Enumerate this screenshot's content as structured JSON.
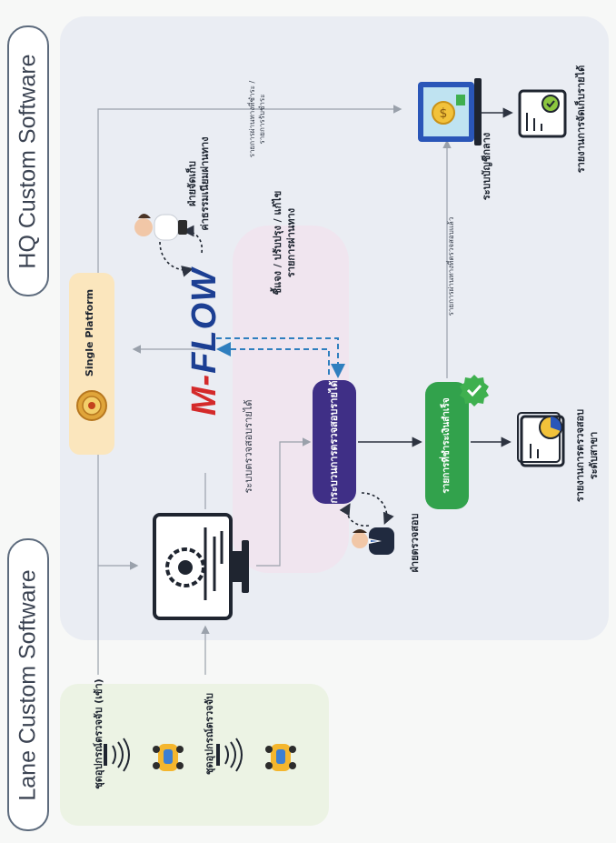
{
  "titles": {
    "hq": "HQ Custom Software",
    "lane": "Lane Custom Software"
  },
  "single_platform": {
    "label": "Single Platform",
    "emblem": "royal-seal-icon"
  },
  "mflow_logo": {
    "text": "M-FLOW",
    "colors": {
      "m": "#d42a2a",
      "flow": "#1c3f93"
    }
  },
  "nodes": {
    "auto_check_system": "ระบบตรวจสอบรายได้",
    "auto_check_process": "กระบวนการตรวจสอบรายได้",
    "check_dept": "ฝ่ายตรวจสอบ",
    "success_txn": "รายการที่ชำระเงินสำเร็จ",
    "pay_dept": "ฝ่ายจัดเก็บ\nค่าธรรมเนียมผ่านทาง",
    "dispute": "ชี้แจง / ปรับปรุง / แก้ไข\nรายการผ่านทาง",
    "accounting": "ระบบบัญชีกลาง",
    "revenue_report": "รายงานการจัดเก็บรายได้",
    "verify_report": "รายงานการตรวจสอบ\nระดับสาขา",
    "lane_device_in": "ชุดอุปกรณ์ตรวจจับ (เข้า)",
    "lane_device_out": "ชุดอุปกรณ์ตรวจจับ"
  },
  "edge_labels": {
    "top_route": "รายการผ่านทางที่ชำระ /\nรายการรับชำระ",
    "to_accounting": "รายการผ่านทางที่ตรวจสอบแล้ว"
  },
  "colors": {
    "hq_panel": "#eaedf3",
    "lane_panel": "#ecf3e4",
    "process": "#3f2f86",
    "success": "#32a24c",
    "dashed": "#2f7fbf"
  },
  "icons": {
    "monitor": "monitor-gear-icon",
    "laptop": "laptop-coins-icon",
    "report": "report-document-icon",
    "pie_report": "pie-chart-report-icon",
    "person_check": "inspector-person-icon",
    "person_pay": "collector-person-icon",
    "badge": "check-badge-icon",
    "car": "car-icon",
    "antenna": "signal-antenna-icon"
  }
}
